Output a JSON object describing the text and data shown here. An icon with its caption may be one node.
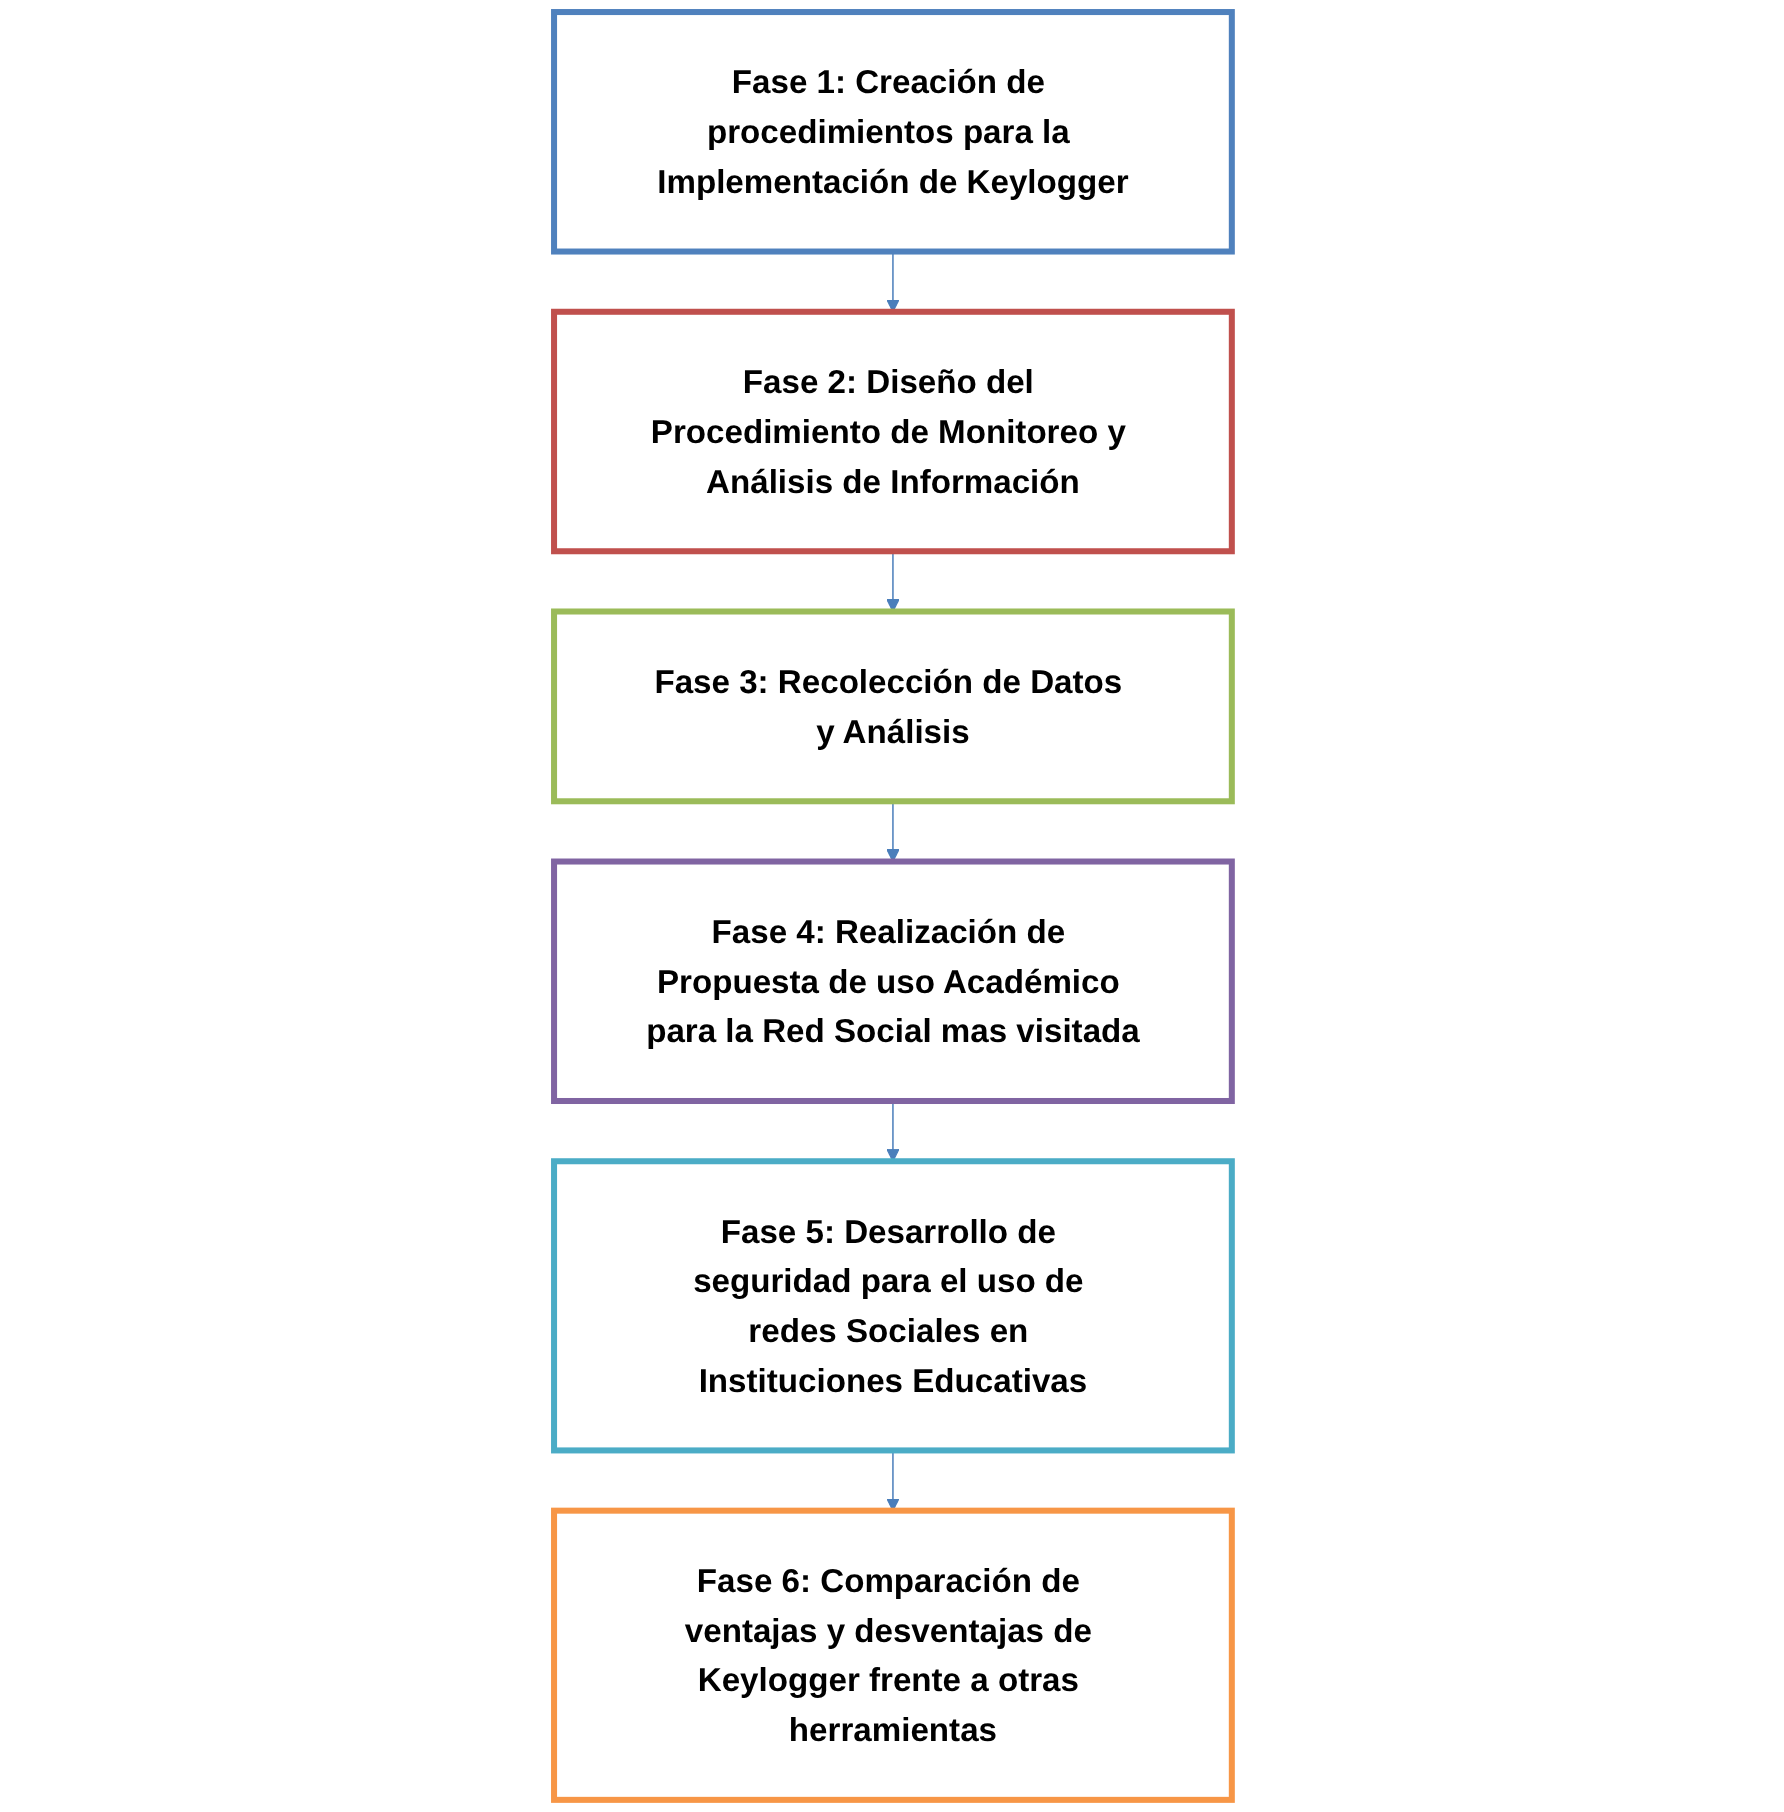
{
  "diagram": {
    "nodes": [
      {
        "text": [
          "Fase 1: Creación de procedimientos para la Implementación de Keylogger"
        ]
      },
      {
        "text": [
          "Fase 2: Diseño del Procedimiento de Monitoreo y Análisis de Información"
        ]
      },
      {
        "text": [
          "Fase 3: Recolección de Datos y Análisis"
        ]
      },
      {
        "text": [
          "Fase 4: Realización de Propuesta de uso Académico para la Red Social mas visitada"
        ]
      },
      {
        "text": [
          "Fase 5: Desarrollo de seguridad para el uso de redes Sociales en Instituciones Educativas"
        ]
      },
      {
        "text": [
          "Fase 6: Comparación de ventajas y desventajas de Keylogger frente a otras herramientas"
        ]
      }
    ],
    "edges": [
      {
        "from": 0,
        "to": 1,
        "arrow": "to"
      },
      {
        "from": 1,
        "to": 2,
        "arrow": "to"
      },
      {
        "from": 2,
        "to": 3,
        "arrow": "to"
      },
      {
        "from": 3,
        "to": 4,
        "arrow": "to"
      },
      {
        "from": 4,
        "to": 5,
        "arrow": "to"
      }
    ]
  }
}
